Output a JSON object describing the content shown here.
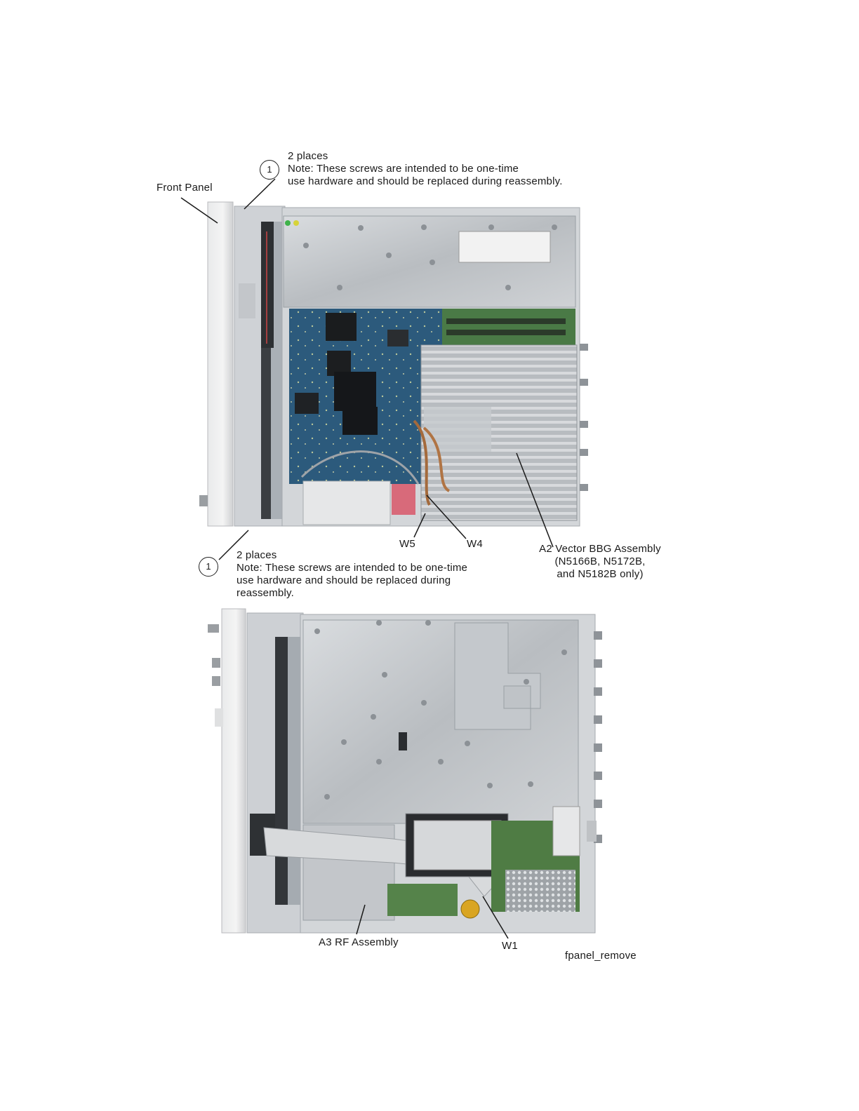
{
  "callouts": {
    "top": {
      "number": "1",
      "lines": [
        "2 places",
        "Note: These screws are intended to be one-time",
        "use hardware and should be replaced during reassembly."
      ]
    },
    "bottom": {
      "number": "1",
      "lines": [
        "2 places",
        "Note: These screws are intended to be one-time",
        "use hardware and should be replaced during",
        "reassembly."
      ]
    }
  },
  "labels": {
    "front_panel": "Front Panel",
    "w5": "W5",
    "w4": "W4",
    "a2": [
      "A2 Vector BBG Assembly",
      "(N5166B, N5172B,",
      "and N5182B only)"
    ],
    "a3": "A3 RF Assembly",
    "w1": "W1",
    "figure_id": "fpanel_remove"
  }
}
